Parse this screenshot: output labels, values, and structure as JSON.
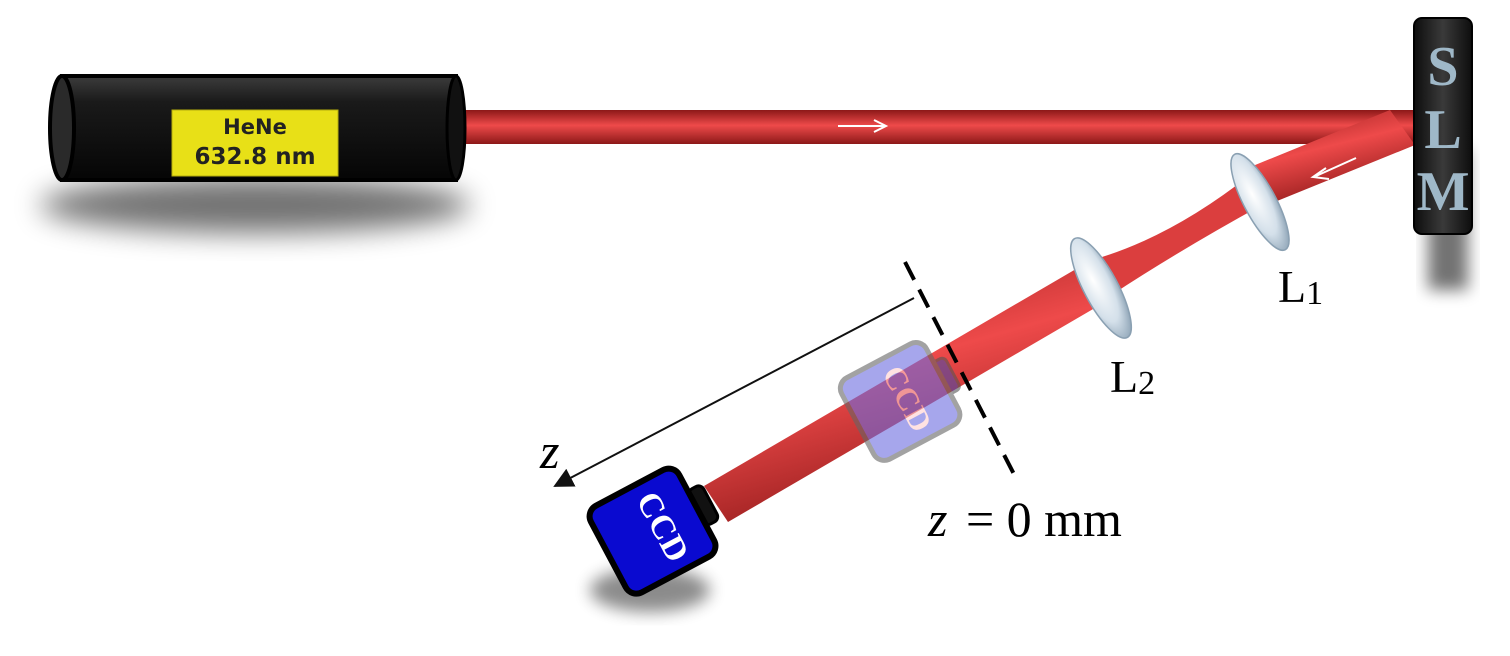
{
  "laser": {
    "name": "HeNe",
    "wavelength": "632.8 nm"
  },
  "slm": {
    "letters": [
      "S",
      "L",
      "M"
    ]
  },
  "lenses": {
    "l1": {
      "main": "L",
      "sub": "1"
    },
    "l2": {
      "main": "L",
      "sub": "2"
    }
  },
  "ccd": {
    "label": "CCD",
    "ghost_label": "CCD"
  },
  "axis": {
    "variable": "z",
    "zero_label": "= 0 mm"
  },
  "colors": {
    "beam": "#d42a2a",
    "laser_body": "#1a1a1a",
    "laser_label_bg": "#e8e017",
    "ccd_body": "#0a0ad0",
    "ccd_ghost": "#7d7de8",
    "slm_body": "#1e1e1e",
    "lens": "#c8d6e2"
  }
}
